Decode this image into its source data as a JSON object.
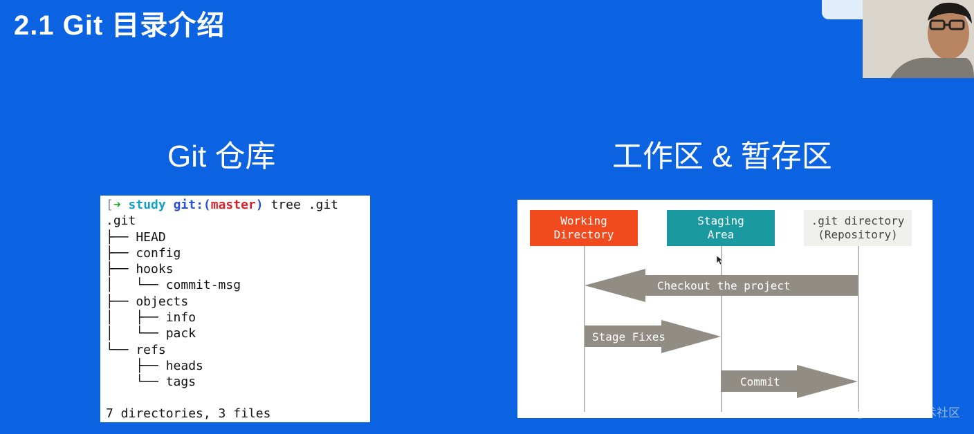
{
  "slide": {
    "title": "2.1 Git 目录介绍"
  },
  "left": {
    "title": "Git 仓库",
    "terminal": {
      "prompt_bracket": "[",
      "prompt_arrow": "➜",
      "prompt_dir": "study",
      "prompt_git": "git:(",
      "prompt_branch": "master",
      "prompt_git_close": ")",
      "command": "tree .git",
      "tree": [
        ".git",
        "├── HEAD",
        "├── config",
        "├── hooks",
        "│   └── commit-msg",
        "├── objects",
        "│   ├── info",
        "│   └── pack",
        "└── refs",
        "    ├── heads",
        "    └── tags"
      ],
      "summary": "7 directories, 3 files"
    }
  },
  "right": {
    "title": "工作区 & 暂存区",
    "boxes": {
      "working": [
        "Working",
        "Directory"
      ],
      "staging": [
        "Staging",
        "Area"
      ],
      "repo": [
        ".git directory",
        "(Repository)"
      ]
    },
    "arrows": {
      "checkout": "Checkout the project",
      "stage": "Stage Fixes",
      "commit": "Commit"
    },
    "colors": {
      "working": "#f04a1e",
      "staging": "#1a9aa0",
      "repo": "#f0f0ec",
      "arrow": "#918d84"
    }
  },
  "watermark": "@稀土掘金技术社区"
}
